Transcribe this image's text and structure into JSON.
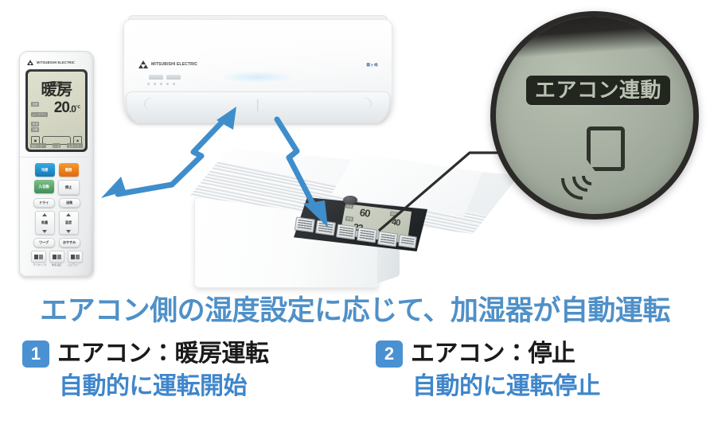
{
  "headline": "エアコン側の湿度設定に応じて、加湿器が自動運転",
  "steps": [
    {
      "number": "1",
      "title": "エアコン：暖房運転",
      "sub": "自動的に運転開始"
    },
    {
      "number": "2",
      "title": "エアコン：停止",
      "sub": "自動的に運転停止"
    }
  ],
  "magnifier": {
    "badge_label": "エアコン連動",
    "icon_names": [
      "ac-link-card-icon",
      "signal-wave-icon"
    ]
  },
  "remote": {
    "brand": "MITSUBISHI ELECTRIC",
    "lcd": {
      "top_tag": "運転",
      "mode": "暖房",
      "temp_label": "温度",
      "temp_value": "20",
      "temp_decimal": ".0",
      "temp_unit": "℃",
      "left_label_2": "ムーブアイ",
      "left_label_3": "風速",
      "left_label_4": "自動",
      "footer_left": "切タイマー",
      "footer_mid": "い・ま",
      "footer_right": "入タイマー"
    },
    "buttons": {
      "cool": "冷房",
      "heat": "暖房",
      "auto": "入/自動",
      "stop": "停止",
      "dry": "ドライ",
      "fan": "送風",
      "fanspeed": "風量",
      "temp": "温度",
      "warp": "ワープ",
      "sleep": "おやすみ"
    },
    "small_captions": [
      "モニタリング",
      "体感・設定",
      "ムエアコン"
    ]
  },
  "air_conditioner": {
    "brand": "MITSUBISHI ELECTRIC",
    "subbrand": "霧ヶ峰"
  },
  "humidifier": {
    "lcd": {
      "humidity_value": "60",
      "temp_value": "23",
      "set_value": "40",
      "tag_humidity": "湿度",
      "tag_temp": "室温",
      "tag_set": "設定"
    }
  },
  "colors": {
    "accent_blue": "#4f90c8",
    "badge_blue": "#4a91d2",
    "sub_blue": "#3f86cb",
    "title_black": "#1a1a1a",
    "arrow_blue": "#3f8ecb",
    "lcd_green": "#a7b0a2",
    "bezel_dark": "#2b2a28"
  }
}
